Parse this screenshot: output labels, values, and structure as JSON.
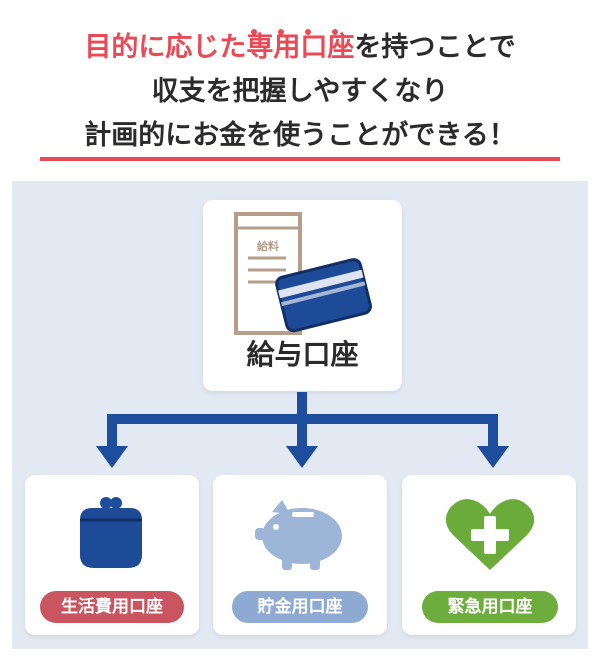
{
  "headline": {
    "line1_highlight": "目的に応じた",
    "line1_dotted": "専用口座",
    "line1_rest": "を持つことで",
    "line2": "収支を把握しやすくなり",
    "line3": "計画的にお金を使うことができる！"
  },
  "main_account": {
    "label": "給与口座",
    "envelope_text": "給料"
  },
  "accounts": [
    {
      "label": "生活費用口座",
      "color": "#c95560",
      "icon": "coin-purse-icon"
    },
    {
      "label": "貯金用口座",
      "color": "#8eaad2",
      "icon": "piggy-bank-icon"
    },
    {
      "label": "緊急用口座",
      "color": "#6dad3e",
      "icon": "heart-plus-icon"
    }
  ],
  "colors": {
    "accent": "#e94a55",
    "arrow": "#1d4e9e",
    "panel": "#e2e9f3",
    "text": "#2b2b2b"
  }
}
